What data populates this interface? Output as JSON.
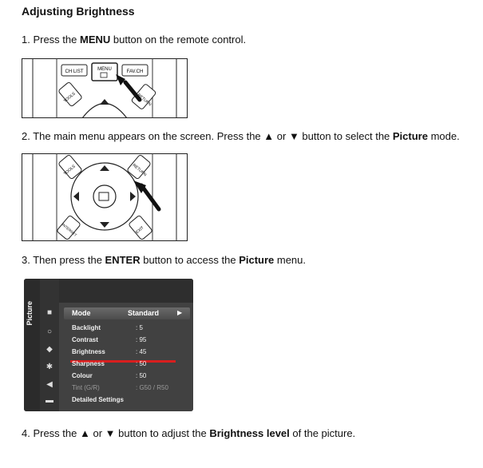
{
  "title": "Adjusting Brightness",
  "steps": {
    "s1": {
      "pre": "1. Press the ",
      "b1": "MENU",
      "post": " button on the remote control."
    },
    "s2": {
      "pre": "2. The main menu appears on the screen. Press the ",
      "up": "▲",
      "mid1": " or ",
      "down": "▼",
      "mid2": " button to select the ",
      "b1": "Picture",
      "post": " mode."
    },
    "s3": {
      "pre": "3. Then press the ",
      "b1": "ENTER",
      "mid": " button to access the ",
      "b2": "Picture",
      "post": " menu."
    },
    "s4": {
      "pre": "4. Press the ",
      "up": "▲",
      "mid1": " or ",
      "down": "▼",
      "mid2": " button to adjust the ",
      "b1": "Brightness level",
      "post": " of the picture."
    }
  },
  "remote1": {
    "btn_chlist": "CH LIST",
    "btn_menu": "MENU",
    "btn_favch": "FAV.CH",
    "btn_tools": "TOOLS",
    "btn_return": "RETURN"
  },
  "remote2": {
    "btn_tools": "TOOLS",
    "btn_return": "RETURN",
    "btn_internet": "INTERNET",
    "btn_exit": "EXIT"
  },
  "tv_menu": {
    "side_label": "Picture",
    "mode_label": "Mode",
    "mode_value": "Standard",
    "rows": [
      {
        "label": "Backlight",
        "value": ": 5"
      },
      {
        "label": "Contrast",
        "value": ": 95"
      },
      {
        "label": "Brightness",
        "value": ": 45"
      },
      {
        "label": "Sharpness",
        "value": ": 50"
      },
      {
        "label": "Colour",
        "value": ": 50"
      },
      {
        "label": "Tint (G/R)",
        "value": ": G50 / R50"
      },
      {
        "label": "Detailed Settings",
        "value": ""
      }
    ]
  }
}
